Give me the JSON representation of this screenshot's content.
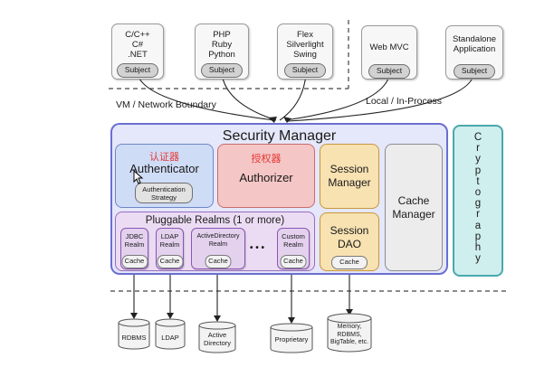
{
  "clients": [
    {
      "text": "C/C++\nC#\n.NET",
      "subject": "Subject"
    },
    {
      "text": "PHP\nRuby\nPython",
      "subject": "Subject"
    },
    {
      "text": "Flex\nSilverlight\nSwing",
      "subject": "Subject"
    },
    {
      "text": "Web MVC",
      "subject": "Subject"
    },
    {
      "text": "Standalone\nApplication",
      "subject": "Subject"
    }
  ],
  "boundaries": {
    "vm_network": "VM / Network Boundary",
    "local_in_process": "Local / In-Process"
  },
  "security_manager": {
    "title": "Security Manager",
    "authenticator": {
      "chinese": "认证器",
      "label": "Authenticator",
      "strategy": "Authentication\nStrategy"
    },
    "authorizer": {
      "chinese": "授权器",
      "label": "Authorizer"
    },
    "session_manager": "Session\nManager",
    "session_dao": {
      "label": "Session\nDAO",
      "cache": "Cache"
    },
    "cache_manager": "Cache\nManager",
    "pluggable_realms": {
      "title": "Pluggable Realms (1 or more)",
      "realms": [
        {
          "label": "JDBC\nRealm",
          "cache": "Cache"
        },
        {
          "label": "LDAP\nRealm",
          "cache": "Cache"
        },
        {
          "label": "ActiveDirectory\nRealm",
          "cache": "Cache"
        },
        {
          "label": "Custom\nRealm",
          "cache": "Cache"
        }
      ],
      "ellipsis": "• • •"
    }
  },
  "cryptography": "Cryptography",
  "datastores": [
    "RDBMS",
    "LDAP",
    "Active\nDirectory",
    "Proprietary",
    "Memory,\nRDBMS,\nBigTable, etc."
  ],
  "colors": {
    "security_manager_fill": "#e5e7fa",
    "security_manager_border": "#6a6fd2",
    "authenticator_fill": "#cfdcf6",
    "authorizer_fill": "#f4c6c6",
    "session_fill": "#f8e2b2",
    "cache_manager_fill": "#ececec",
    "realms_fill": "#ebdcf3",
    "cryptography_fill": "#cfeeee",
    "chinese_text": "#e53935"
  }
}
